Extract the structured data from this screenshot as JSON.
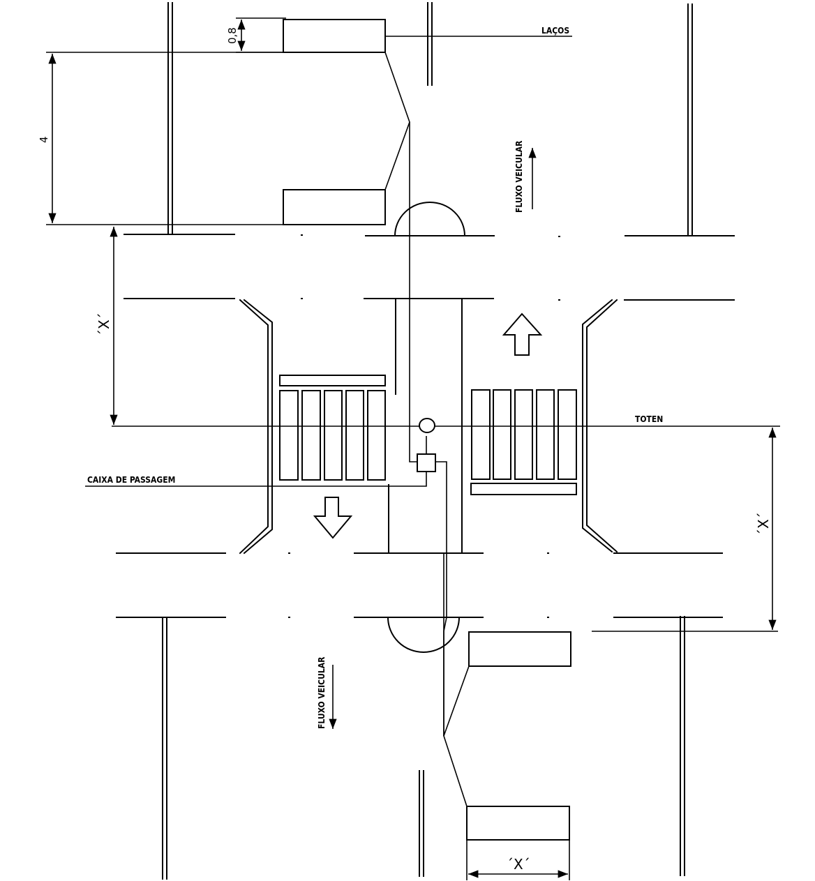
{
  "labels": {
    "lacos": "LAÇOS",
    "toten": "TOTEN",
    "caixa": "CAIXA DE PASSAGEM",
    "fluxo_top": "FLUXO VEICULAR",
    "fluxo_bottom": "FLUXO VEICULAR"
  },
  "dimensions": {
    "d08": "0,8",
    "d4": "4",
    "x_left": "´X´",
    "x_right": "´X´",
    "x_bottom": "´X´"
  }
}
